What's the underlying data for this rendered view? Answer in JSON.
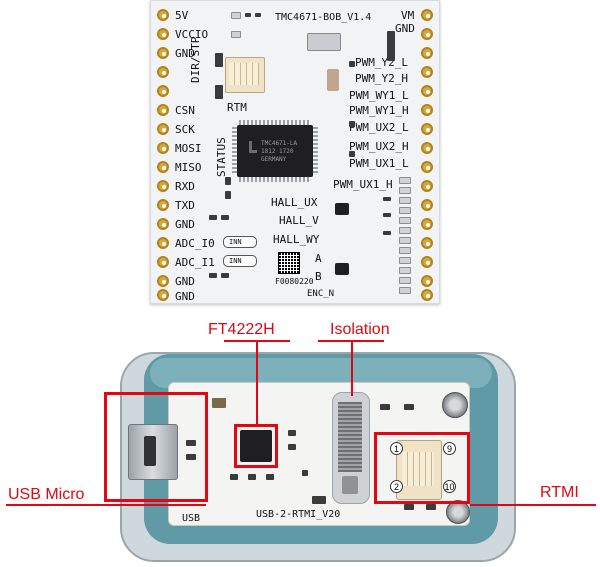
{
  "top_board": {
    "title": "TMC4671-BOB_V1.4",
    "left_pins": [
      "5V",
      "VCCIO",
      "GND",
      "DIR/STP",
      "",
      "CSN",
      "SCK",
      "MOSI",
      "MISO",
      "RXD",
      "TXD",
      "GND",
      "ADC_I0",
      "ADC_I1",
      "GND",
      "GND"
    ],
    "right_pins": [
      "VM",
      "GND",
      "PWM_Y2_L",
      "PWM_Y2_H",
      "PWM_WY1_L",
      "PWM_WY1_H",
      "PWM_UX2_L",
      "PWM_UX2_H",
      "PWM_UX1_L",
      "PWM_UX1_H"
    ],
    "dir_stp": "DIR/STP",
    "rtm": "RTM",
    "status": "STATUS",
    "hall_ux": "HALL_UX",
    "hall_v": "HALL_V",
    "hall_wy": "HALL_WY",
    "enc_a": "A",
    "enc_b": "B",
    "enc_n": "ENC_N",
    "inn0": "INN",
    "inn1": "INN",
    "qr_code": "F0080220",
    "chip_text": [
      "TMC4671-LA",
      "1812 1720",
      "GERMANY"
    ]
  },
  "device": {
    "usb_label": "USB",
    "board_name": "USB-2-RTMI_V20"
  },
  "callouts": {
    "ft4222h": "FT4222H",
    "isolation": "Isolation",
    "usb_micro": "USB Micro",
    "rtmi": "RTMI",
    "pin1": "1",
    "pin9": "9",
    "pin2": "2",
    "pin10": "10"
  },
  "colors": {
    "callout": "#e30613",
    "pcb_white": "#f1f3f5",
    "pad_gold": "#d7a83a",
    "enclosure_teal": "#5f9aa6"
  }
}
